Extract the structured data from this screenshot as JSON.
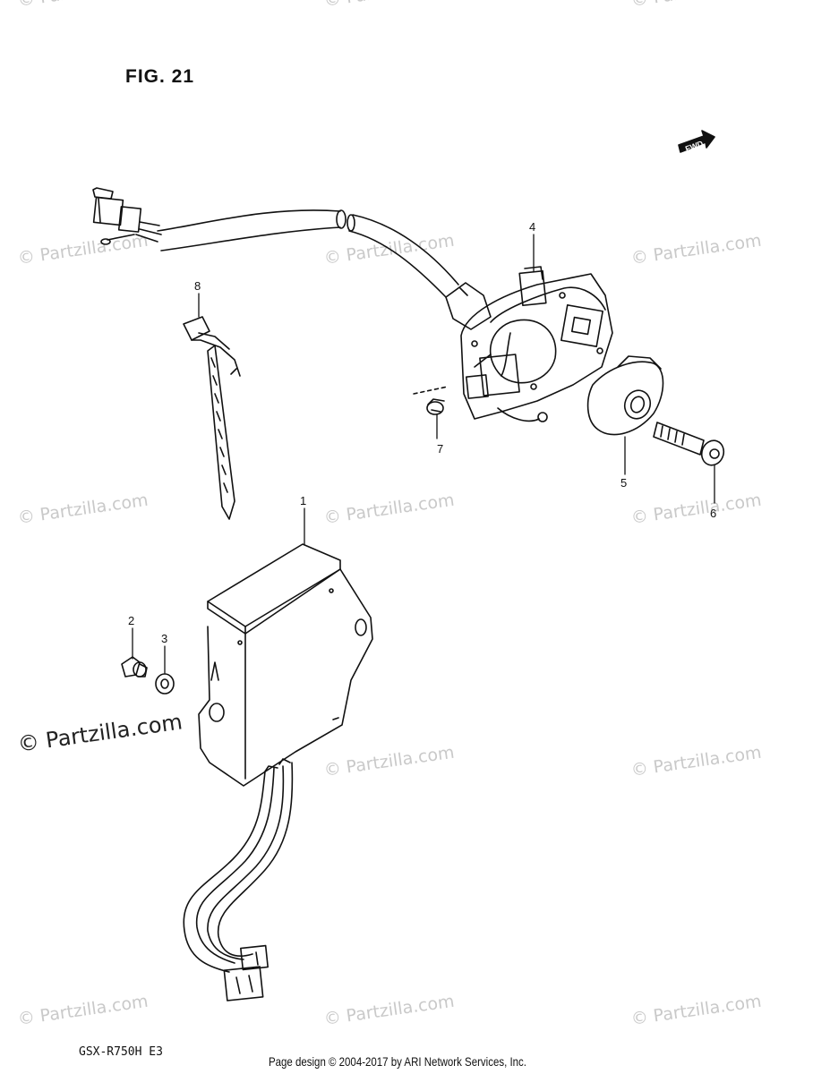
{
  "figure": {
    "title": "FIG. 21"
  },
  "direction_marker": {
    "label": "FWD",
    "icon": "forward-arrow-icon"
  },
  "callouts": [
    {
      "id": "1",
      "part": "igniter unit"
    },
    {
      "id": "2",
      "part": "screw"
    },
    {
      "id": "3",
      "part": "washer"
    },
    {
      "id": "4",
      "part": "signal generator"
    },
    {
      "id": "5",
      "part": "rotor"
    },
    {
      "id": "6",
      "part": "bolt"
    },
    {
      "id": "7",
      "part": "screw"
    },
    {
      "id": "8",
      "part": "clamp"
    }
  ],
  "watermark": {
    "text": "© Partzilla.com",
    "strong_text": "© Partzilla.com"
  },
  "footer": {
    "model": "GSX-R750H  E3",
    "copyright": "Page design © 2004-2017 by ARI Network Services, Inc."
  }
}
